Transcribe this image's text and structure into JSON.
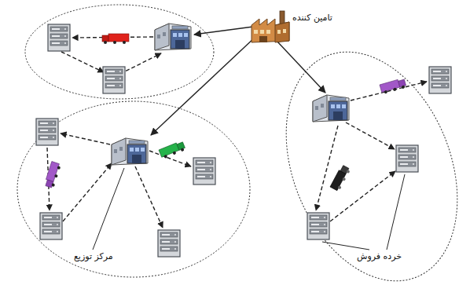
{
  "diagram": {
    "nodes": [
      {
        "text": [
          "تامین کننده"
        ]
      }
    ],
    "labels": [
      "مرکز توزیع",
      "خرده فروش"
    ]
  }
}
